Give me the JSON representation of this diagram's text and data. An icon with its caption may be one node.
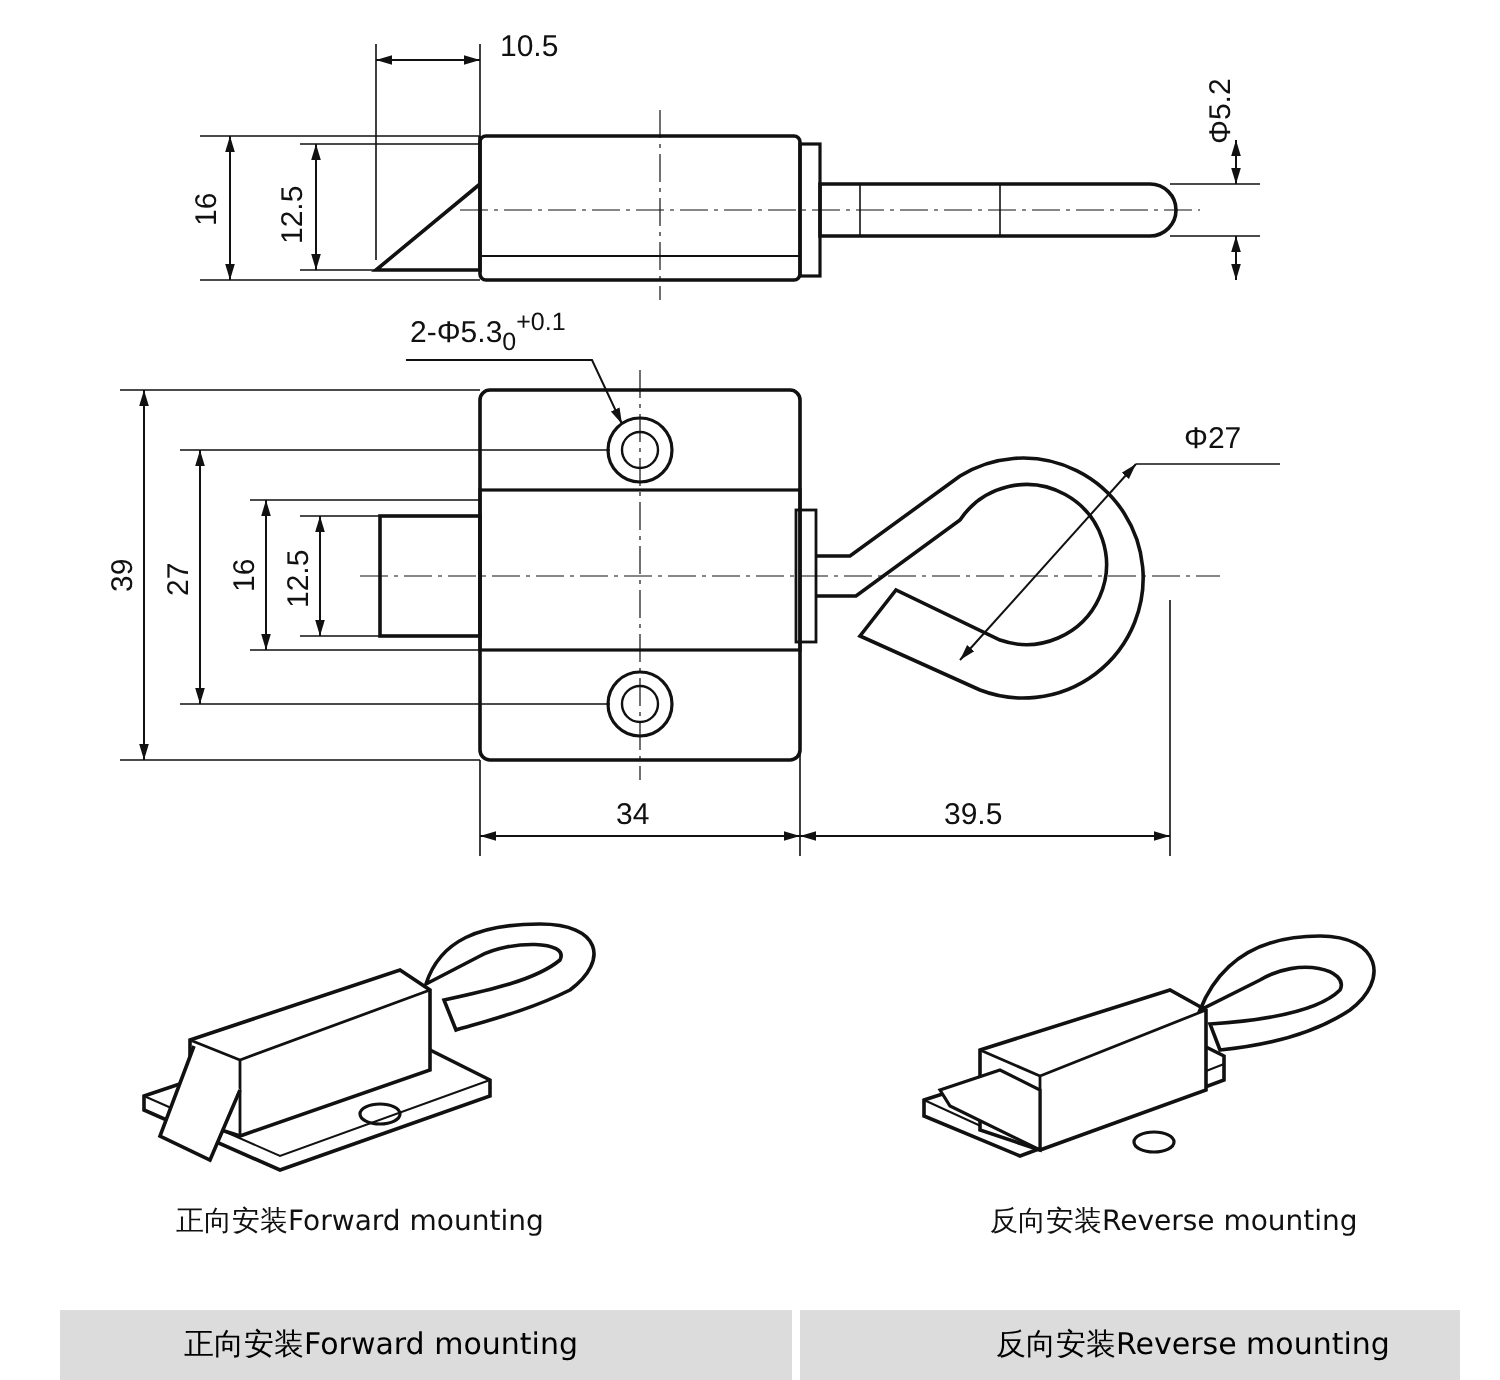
{
  "diagram": {
    "nodes": [
      {
        "text": [
          "2-Φ5.3$_{0}$$^{+0.1}$"
        ]
      },
      {
        "text": [],
        "shape": "circle"
      }
    ],
    "edges": [
      {
        "from": 0,
        "to": 1,
        "arrow": "to"
      }
    ],
    "labels": [
      "10.5",
      "Φ5.2",
      "16",
      "12.5",
      "39",
      "27",
      "16",
      "12.5",
      "Φ27",
      "34",
      "39.5",
      "正向安装Forward mounting",
      "反向安装Reverse mounting",
      "正向安装Forward mounting",
      "反向安装Reverse mounting"
    ]
  }
}
